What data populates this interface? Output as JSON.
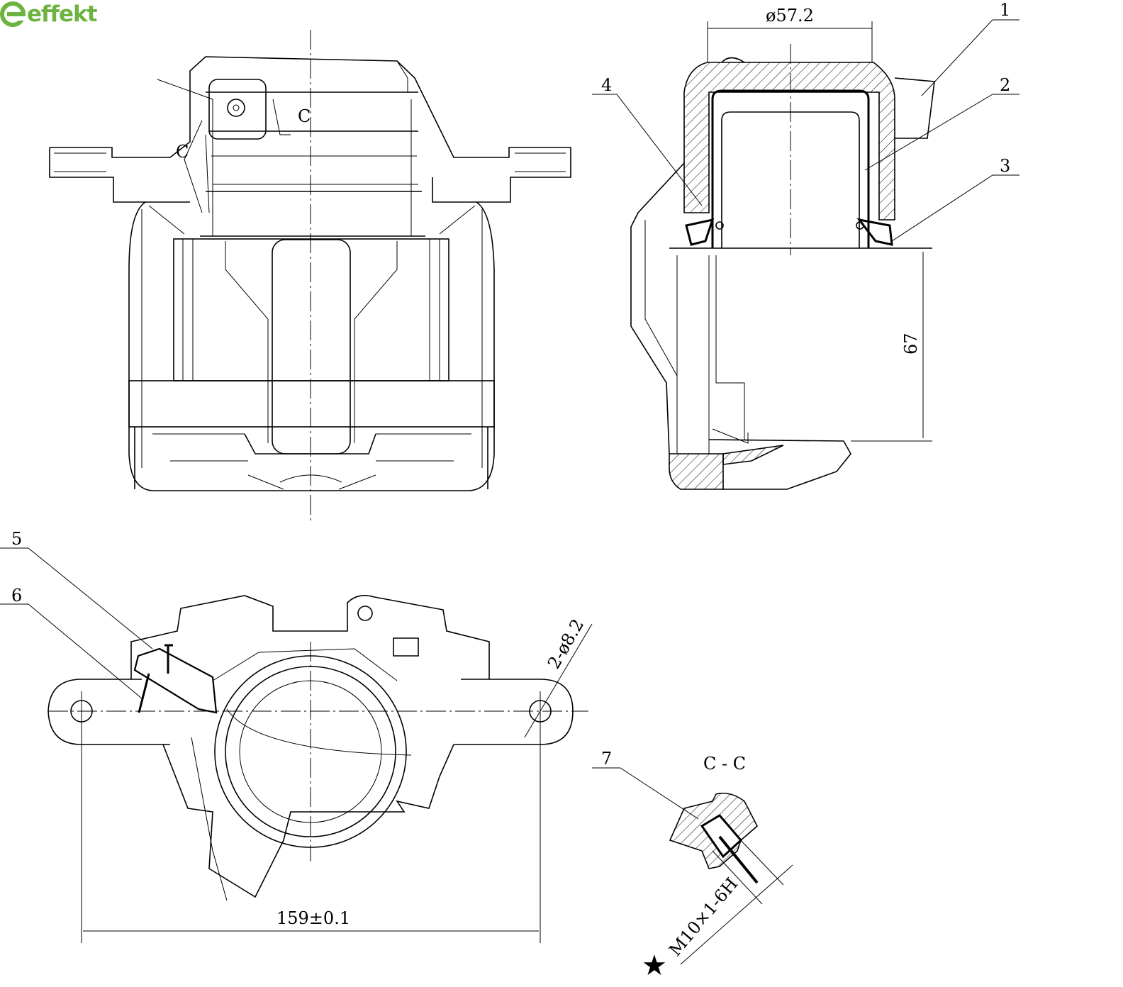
{
  "brand": {
    "name": "effekt",
    "color": "#6cb33f"
  },
  "dimensions": {
    "piston_diameter": "ø57.2",
    "depth": "67",
    "mount_holes": "2-ø8.2",
    "mount_spacing": "159±0.1",
    "thread": "M10×1-6H"
  },
  "section_marks": {
    "c_top": "C",
    "c_left": "C",
    "section_title": "C - C"
  },
  "callouts": [
    "1",
    "2",
    "3",
    "4",
    "5",
    "6",
    "7"
  ],
  "critical_symbol": "★"
}
